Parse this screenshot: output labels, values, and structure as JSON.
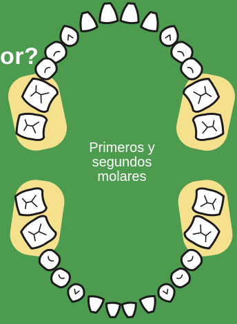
{
  "title_fragment": "or?",
  "center_label": {
    "line1": "Primeros y",
    "line2": "segundos",
    "line3": "molares"
  },
  "colors": {
    "background": "#4c9b4f",
    "highlight": "#f5e08e",
    "tooth": "#ffffff",
    "outline": "#1b1b1b"
  },
  "highlighted_teeth": [
    "upper-left-first-molar",
    "upper-left-second-molar",
    "upper-right-first-molar",
    "upper-right-second-molar",
    "lower-left-first-molar",
    "lower-left-second-molar",
    "lower-right-first-molar",
    "lower-right-second-molar"
  ]
}
